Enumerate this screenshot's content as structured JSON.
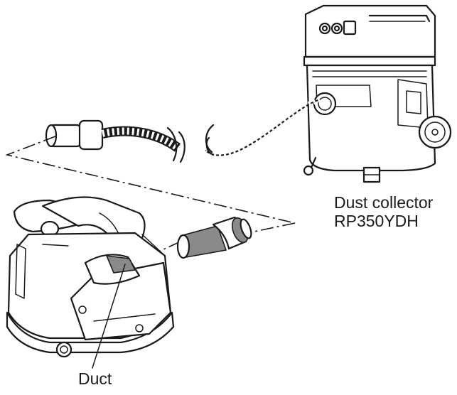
{
  "labels": {
    "dust_collector_name": "Dust collector",
    "dust_collector_model": "RP350YDH",
    "duct": "Duct"
  }
}
